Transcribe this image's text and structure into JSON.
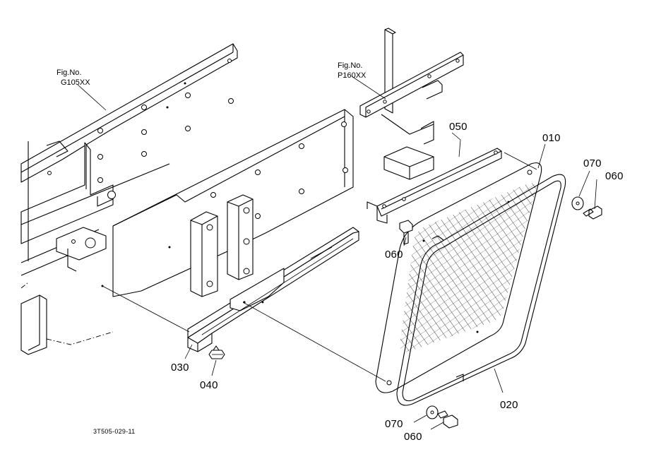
{
  "diagram": {
    "figure_refs": [
      {
        "id": "g105",
        "line1": "Fig.No.",
        "line2": "G105XX"
      },
      {
        "id": "p160",
        "line1": "Fig.No.",
        "line2": "P160XX"
      }
    ],
    "part_labels": {
      "p010": "010",
      "p020": "020",
      "p030": "030",
      "p040": "040",
      "p050": "050",
      "p060_top_right": "060",
      "p060_left": "060",
      "p060_bottom": "060",
      "p070_top_right": "070",
      "p070_bottom": "070"
    },
    "drawing_code": "3T505-029-11"
  }
}
